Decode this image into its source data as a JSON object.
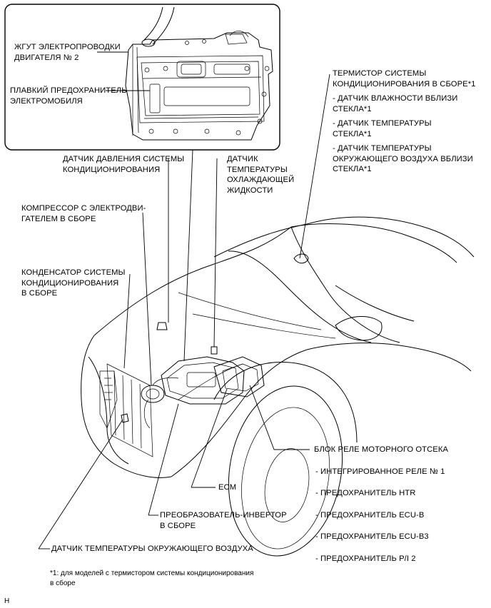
{
  "inset": {
    "harness_label": [
      "ЖГУТ ЭЛЕКТРОПРОВОДКИ",
      "ДВИГАТЕЛЯ № 2"
    ],
    "fuse_label": [
      "ПЛАВКИЙ ПРЕДОХРАНИТЕЛЬ",
      "ЭЛЕКТРОМОБИЛЯ"
    ]
  },
  "labels": {
    "pressure_sensor": [
      "ДАТЧИК ДАВЛЕНИЯ СИСТЕМЫ",
      "КОНДИЦИОНИРОВАНИЯ"
    ],
    "coolant_temp_sensor": [
      "ДАТЧИК",
      "ТЕМПЕРАТУРЫ",
      "ОХЛАЖДАЮЩЕЙ",
      "ЖИДКОСТИ"
    ],
    "compressor": [
      "КОМПРЕССОР С ЭЛЕКТРОДВИ-",
      "ГАТЕЛЕМ В СБОРЕ"
    ],
    "condenser": [
      "КОНДЕНСАТОР СИСТЕМЫ",
      "КОНДИЦИОНИРОВАНИЯ",
      "В СБОРЕ"
    ],
    "thermistor_group": [
      "ТЕРМИСТОР СИСТЕМЫ",
      "КОНДИЦИОНИРОВАНИЯ В СБОРЕ*1",
      "",
      "- ДАТЧИК ВЛАЖНОСТИ ВБЛИЗИ",
      "СТЕКЛА*1",
      "",
      "- ДАТЧИК ТЕМПЕРАТУРЫ",
      "СТЕКЛА*1",
      "",
      "- ДАТЧИК ТЕМПЕРАТУРЫ",
      "ОКРУЖАЮЩЕГО ВОЗДУХА ВБЛИЗИ",
      "СТЕКЛА*1"
    ],
    "relay_block": "БЛОК РЕЛЕ МОТОРНОГО ОТСЕКА",
    "relay_items": [
      "- ИНТЕГРИРОВАННОЕ РЕЛЕ № 1",
      "- ПРЕДОХРАНИТЕЛЬ HTR",
      "- ПРЕДОХРАНИТЕЛЬ ECU-B",
      "- ПРЕДОХРАНИТЕЛЬ ECU-B3",
      "- ПРЕДОХРАНИТЕЛЬ P/I 2"
    ],
    "ecm": "ECM",
    "inverter": [
      "ПРЕОБРАЗОВАТЕЛЬ-ИНВЕРТОР",
      "В СБОРЕ"
    ],
    "ambient_sensor": "ДАТЧИК ТЕМПЕРАТУРЫ ОКРУЖАЮЩЕГО ВОЗДУХА"
  },
  "footnote": [
    "*1: для моделей с термистором системы кондиционирования",
    "в сборе"
  ],
  "corner_mark": "H"
}
